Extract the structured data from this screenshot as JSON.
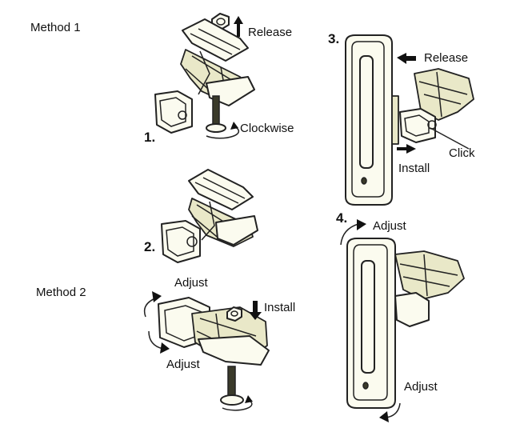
{
  "labels": {
    "method1": "Method 1",
    "method2": "Method 2",
    "step1": "1.",
    "step2": "2.",
    "step3": "3.",
    "step4": "4.",
    "release_top": "Release",
    "clockwise": "Clockwise",
    "release_right": "Release",
    "click": "Click",
    "install_right": "Install",
    "adjust_step4": "Adjust",
    "adjust_m2_top": "Adjust",
    "install_m2": "Install",
    "adjust_m2_bottom": "Adjust",
    "adjust_step4_bottom": "Adjust"
  },
  "colors": {
    "ink": "#111111",
    "part_fill": "#fbfbef",
    "part_tint": "#e9e8c8"
  }
}
